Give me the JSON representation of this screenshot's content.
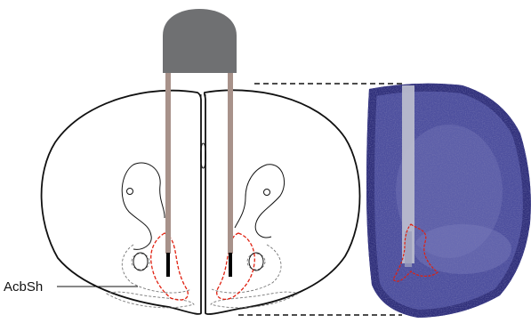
{
  "figure": {
    "region_label": "AcbSh",
    "colors": {
      "outline": "#111111",
      "cannula_cap": "#6f7072",
      "cannula_shaft": "#a8928a",
      "injector_tip": "#000000",
      "region_outline": "#e02010",
      "dashed_structures": "#777777",
      "nissl_tissue": "#4d4f9e",
      "nissl_dark": "#2f2f7a",
      "track": "#b9bccd"
    },
    "icons": [
      "cannula-cap-icon",
      "brain-section-schematic",
      "histology-section-image"
    ]
  }
}
